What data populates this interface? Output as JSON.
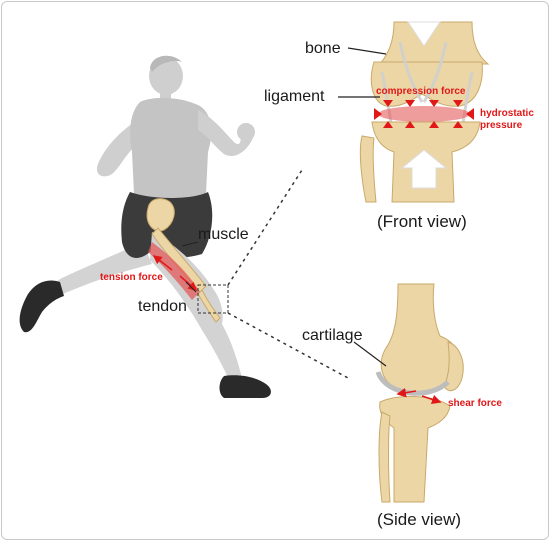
{
  "labels": {
    "bone": "bone",
    "ligament": "ligament",
    "muscle": "muscle",
    "tendon": "tendon",
    "cartilage": "cartilage"
  },
  "forces": {
    "compression": "compression force",
    "hydrostatic_line1": "hydrostatic",
    "hydrostatic_line2": "pressure",
    "tension": "tension force",
    "shear": "shear force"
  },
  "views": {
    "front": "(Front view)",
    "side": "(Side view)"
  },
  "colors": {
    "force_red": "#e01818",
    "bone_fill": "#ecd6a6",
    "skin_gray": "#cfcfcf",
    "shorts": "#3b3b3b",
    "shoe": "#2a2a2a"
  }
}
